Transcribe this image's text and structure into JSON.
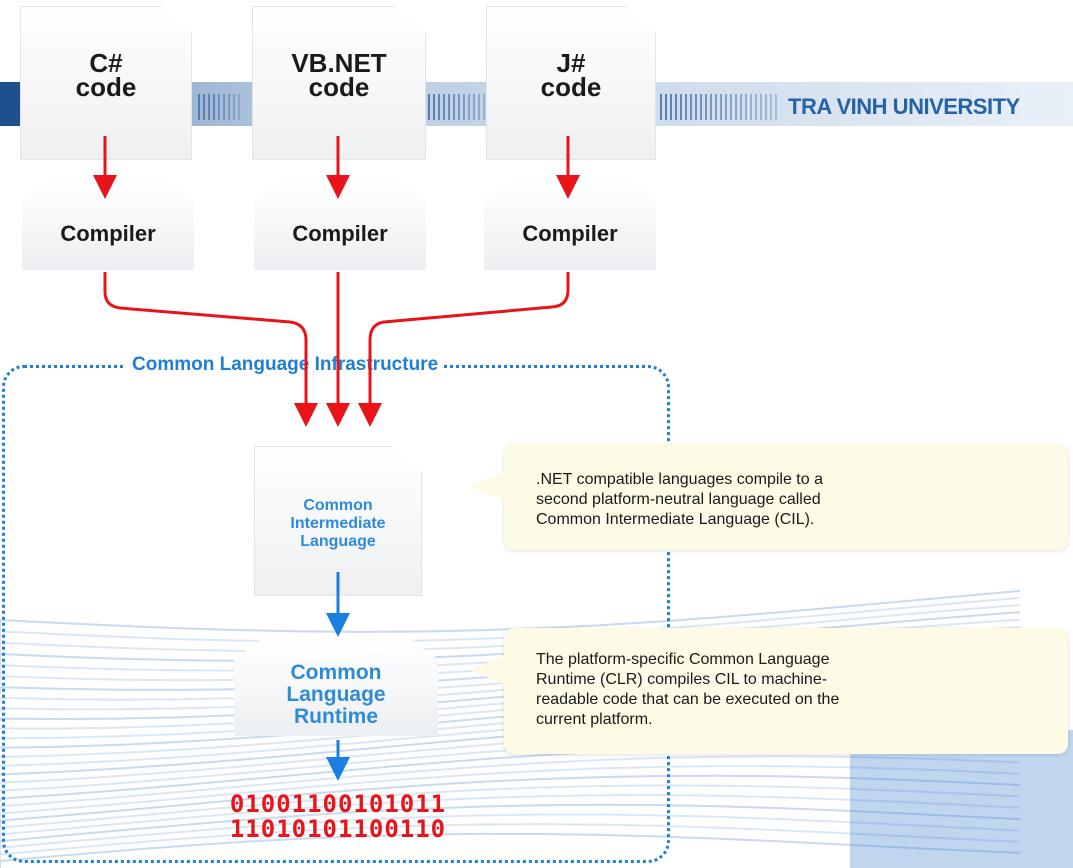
{
  "header": {
    "university": "TRA VINH UNIVERSITY"
  },
  "sources": [
    {
      "line1": "C#",
      "line2": "code"
    },
    {
      "line1": "VB.NET",
      "line2": "code"
    },
    {
      "line1": "J#",
      "line2": "code"
    }
  ],
  "compilers": [
    "Compiler",
    "Compiler",
    "Compiler"
  ],
  "cli": {
    "label": "Common Language Infrastructure"
  },
  "cil": {
    "line1": "Common",
    "line2": "Intermediate",
    "line3": "Language"
  },
  "clr": {
    "line1": "Common",
    "line2": "Language",
    "line3": "Runtime"
  },
  "callouts": {
    "cil": [
      ".NET compatible languages compile to a",
      "second platform-neutral language called",
      "Common Intermediate Language (CIL)."
    ],
    "clr": [
      "The platform-specific Common Language",
      "Runtime (CLR) compiles CIL to machine-",
      "readable code that can be executed on the",
      "current platform."
    ]
  },
  "binary": {
    "line1": "01001100101011",
    "line2": "11010101100110"
  },
  "colors": {
    "arrow_red": "#e8141a",
    "arrow_blue": "#1a7fe0",
    "cli_blue": "#1f7fd6",
    "header_blue": "#2563a8"
  }
}
